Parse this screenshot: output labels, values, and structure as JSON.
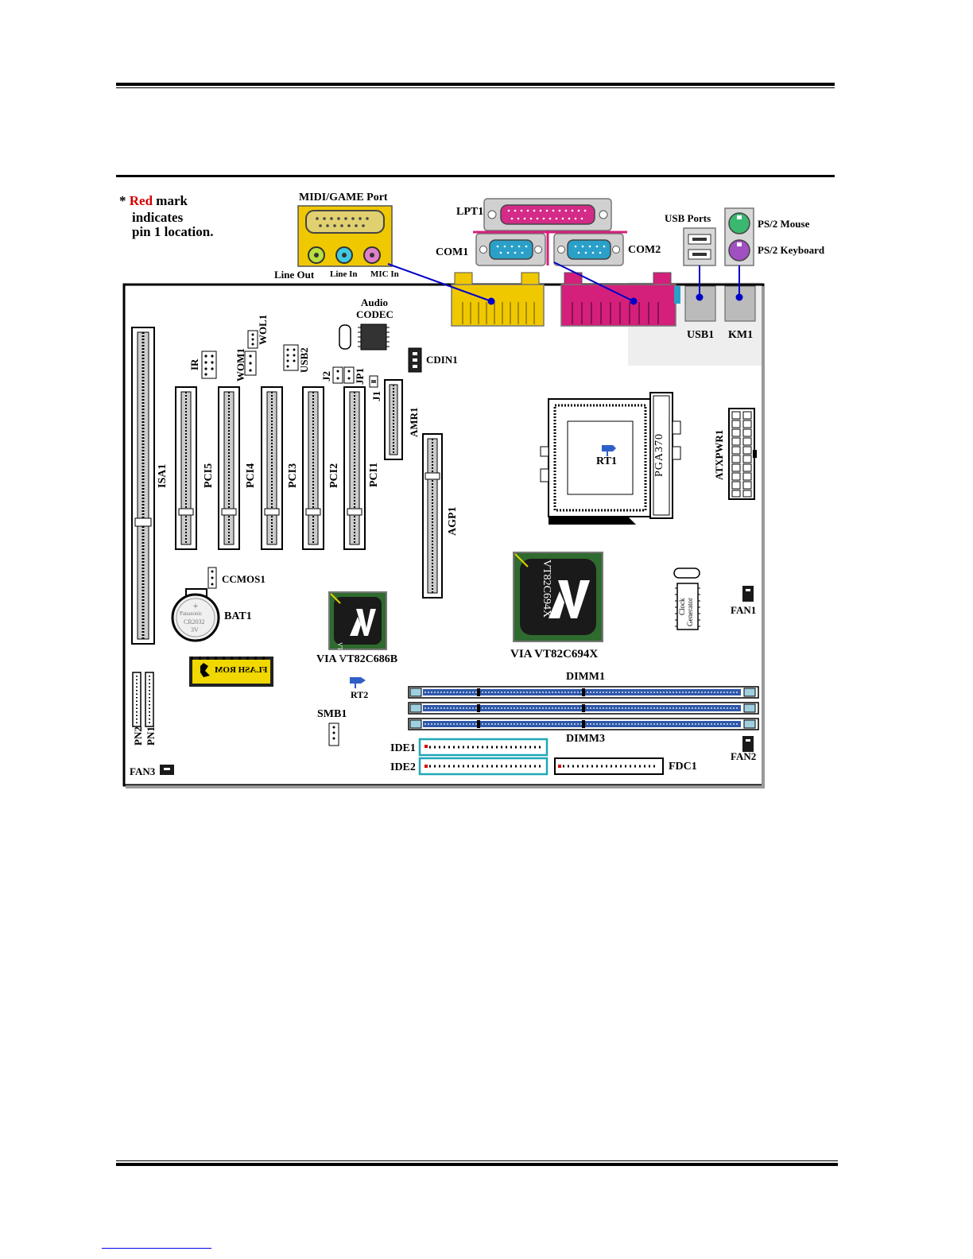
{
  "note": {
    "star": "*",
    "red_word": "Red",
    "line1_rest": " mark",
    "line2": "indicates",
    "line3": "pin 1 location."
  },
  "colors": {
    "red": "#d40000",
    "yellow": "#f0c800",
    "magenta": "#d4207a",
    "blue_line": "#0000c8",
    "teal": "#20a0c0",
    "chip_green": "#2f6a2f",
    "board_border": "#000000"
  },
  "rear_panel": {
    "midi_game": "MIDI/GAME Port",
    "line_out": "Line Out",
    "line_in": "Line In",
    "mic_in": "MIC In",
    "lpt1": "LPT1",
    "com1": "COM1",
    "com2": "COM2",
    "usb_ports": "USB Ports",
    "ps2_mouse": "PS/2 Mouse",
    "ps2_keyboard": "PS/2 Keyboard"
  },
  "board": {
    "audio_codec_1": "Audio",
    "audio_codec_2": "CODEC",
    "usb1": "USB1",
    "km1": "KM1",
    "cdin1": "CDIN1",
    "wol1": "WOL1",
    "wom1": "WOM1",
    "ir": "IR",
    "usb2": "USB2",
    "j2": "J2",
    "jp1": "JP1",
    "j1": "J1",
    "amr1": "AMR1",
    "isa1": "ISA1",
    "pci5": "PCI5",
    "pci4": "PCI4",
    "pci3": "PCI3",
    "pci2": "PCI2",
    "pci1": "PCI1",
    "agp1": "AGP1",
    "rt1": "RT1",
    "pga370": "PGA370",
    "atxpwr1": "ATXPWR1",
    "ccmos1": "CCMOS1",
    "bat1": "BAT1",
    "battery_text_1": "Panasonic",
    "battery_text_2": "CR2032",
    "battery_text_3": "3V",
    "via686": "VIA VT82C686B",
    "via686_chip": "VT82C686B",
    "via694": "VIA VT82C694X",
    "via694_chip": "VT82C694X",
    "clock_gen_1": "Clock",
    "clock_gen_2": "Generator",
    "fan1": "FAN1",
    "fan2": "FAN2",
    "fan3": "FAN3",
    "flash_rom": "FLASH ROM",
    "rt2": "RT2",
    "smb1": "SMB1",
    "dimm1": "DIMM1",
    "dimm3": "DIMM3",
    "ide1": "IDE1",
    "ide2": "IDE2",
    "fdc1": "FDC1",
    "pn2": "PN2",
    "pn1": "PN1"
  }
}
